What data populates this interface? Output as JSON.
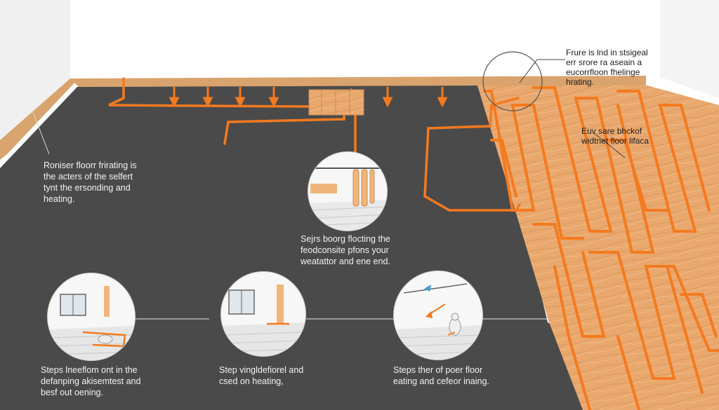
{
  "colors": {
    "wall": "#ffffff",
    "floor_slab": "#4a4a4a",
    "wood_floor": "#e8a66b",
    "heating_pipe": "#f47a1f",
    "baseboard": "#d9a36d"
  },
  "labels": {
    "top_right": "Frure is lnd in stsigeal\nerr srore ra aseain a\neucorrfloon fhelinge\nhrating.",
    "right_mid": "Euv sare bhckof\nwidtnet floor lifaca",
    "left_mid": "Roniser floorr frirating is\nthe acters of the selfert\ntynt the ersonding and\nheating.",
    "center": "Sejrs boorg flocting the\nfeodconsite pfons your\nweatattor and ene end.",
    "bottom_left": "Steps lneeflom ont in the\ndefanping akisemtest and\nbesf out oening.",
    "bottom_mid": "Step vingldefiorel and\ncsed on heating,",
    "bottom_right": "Steps ther of poer floor\neating and cefeor inaing."
  },
  "icons": [
    "callout-circle-icon",
    "room-radiator-icon",
    "room-window-icon",
    "room-pipe-icon",
    "room-figure-icon",
    "down-arrow-icon"
  ]
}
